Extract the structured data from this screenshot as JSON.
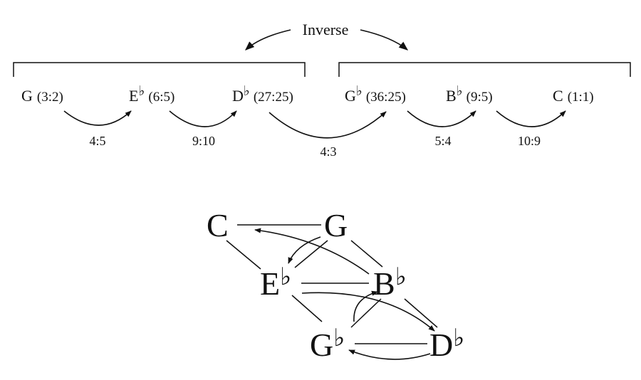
{
  "inverse_label": "Inverse",
  "flat_symbol": "♭",
  "sequence": [
    {
      "note": "G",
      "flat": false,
      "ratio": "(3:2)"
    },
    {
      "note": "E",
      "flat": true,
      "ratio": "(6:5)"
    },
    {
      "note": "D",
      "flat": true,
      "ratio": "(27:25)"
    },
    {
      "note": "G",
      "flat": true,
      "ratio": "(36:25)"
    },
    {
      "note": "B",
      "flat": true,
      "ratio": "(9:5)"
    },
    {
      "note": "C",
      "flat": false,
      "ratio": "(1:1)"
    }
  ],
  "steps": [
    "4:5",
    "9:10",
    "4:3",
    "5:4",
    "10:9"
  ],
  "network": {
    "nodes": [
      {
        "id": "C",
        "note": "C",
        "flat": false
      },
      {
        "id": "G",
        "note": "G",
        "flat": false
      },
      {
        "id": "Eb",
        "note": "E",
        "flat": true
      },
      {
        "id": "Bb",
        "note": "B",
        "flat": true
      },
      {
        "id": "Gb",
        "note": "G",
        "flat": true
      },
      {
        "id": "Db",
        "note": "D",
        "flat": true
      }
    ],
    "edges": [
      [
        "C",
        "G"
      ],
      [
        "C",
        "Eb"
      ],
      [
        "G",
        "Eb"
      ],
      [
        "G",
        "Bb"
      ],
      [
        "Eb",
        "Bb"
      ],
      [
        "Eb",
        "Gb"
      ],
      [
        "Bb",
        "Gb"
      ],
      [
        "Bb",
        "Db"
      ],
      [
        "Gb",
        "Db"
      ]
    ],
    "arrows": [
      [
        "G",
        "Eb"
      ],
      [
        "Eb",
        "Db"
      ],
      [
        "Db",
        "Gb"
      ],
      [
        "Gb",
        "Bb"
      ],
      [
        "Bb",
        "C"
      ]
    ]
  }
}
